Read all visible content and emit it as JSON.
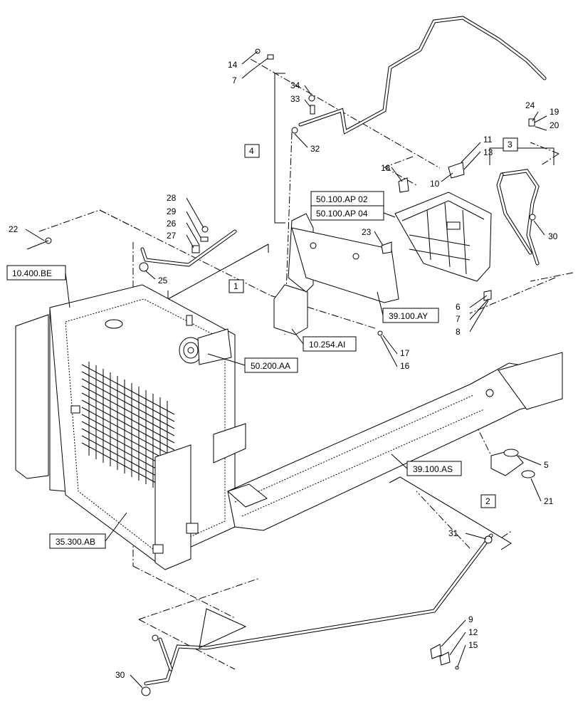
{
  "callouts": {
    "c14": "14",
    "c7a": "7",
    "c34": "34",
    "c33": "33",
    "c32": "32",
    "c4": "4",
    "c24": "24",
    "c19": "19",
    "c20": "20",
    "c3": "3",
    "c11": "11",
    "c13": "13",
    "c10": "10",
    "c18": "18",
    "c30a": "30",
    "c23": "23",
    "c28": "28",
    "c29": "29",
    "c26": "26",
    "c27": "27",
    "c22": "22",
    "c25": "25",
    "c1": "1",
    "c6": "6",
    "c7b": "7",
    "c8": "8",
    "c17": "17",
    "c16": "16",
    "c5": "5",
    "c21": "21",
    "c2": "2",
    "c31": "31",
    "c9": "9",
    "c12": "12",
    "c15": "15",
    "c30b": "30"
  },
  "refs": {
    "r50100ap02": "50.100.AP 02",
    "r50100ap04": "50.100.AP 04",
    "r39100ay": "39.100.AY",
    "r10400be": "10.400.BE",
    "r10254ai": "10.254.AI",
    "r50200aa": "50.200.AA",
    "r39100as": "39.100.AS",
    "r35300ab": "35.300.AB"
  }
}
